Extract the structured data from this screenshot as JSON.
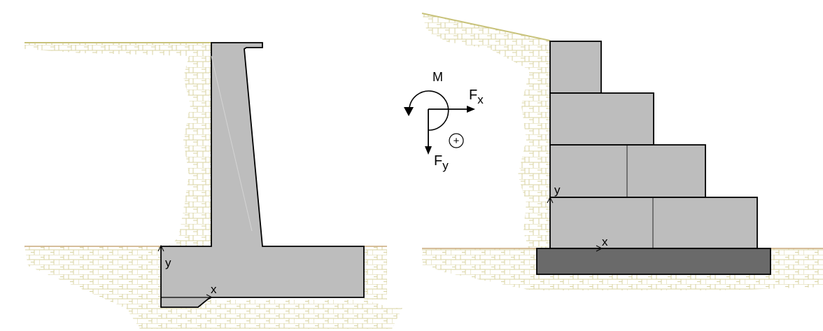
{
  "labels": {
    "moment": "M",
    "fx_main": "F",
    "fx_sub": "x",
    "fy_main": "F",
    "fy_sub": "y",
    "plus": "+",
    "left_axis_x": "x",
    "left_axis_y": "y",
    "right_axis_x": "x",
    "right_axis_y": "y"
  },
  "colors": {
    "concrete": "#bdbdbd",
    "footing": "#6a6a6a",
    "soil_line": "#c8c27a",
    "soil_hatch": "#d8d3a2",
    "ground_line": "#c8a87a",
    "outline": "#000000"
  }
}
